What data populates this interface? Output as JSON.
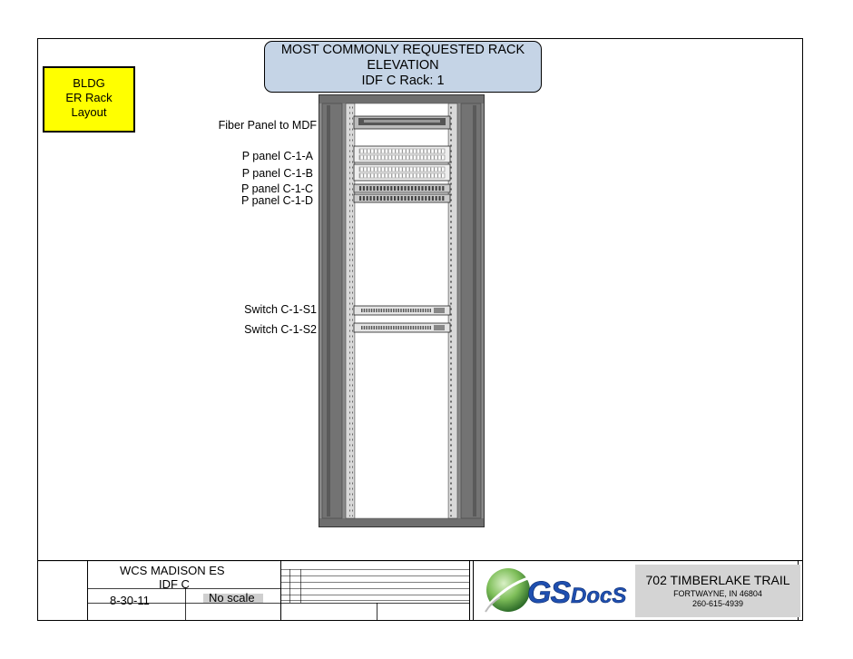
{
  "badge": {
    "line1": "BLDG",
    "line2": "ER Rack",
    "line3": "Layout"
  },
  "title": {
    "line1": "MOST COMMONLY REQUESTED RACK",
    "line2": "ELEVATION",
    "line3": "IDF C  Rack: 1"
  },
  "equipment": [
    {
      "label": "Fiber Panel to MDF"
    },
    {
      "label": "P panel C-1-A"
    },
    {
      "label": "P panel C-1-B"
    },
    {
      "label": "P panel C-1-C"
    },
    {
      "label": "P panel C-1-D"
    },
    {
      "label": "Switch C-1-S1"
    },
    {
      "label": "Switch C-1-S2"
    }
  ],
  "titleblock": {
    "school": "WCS MADISON ES",
    "idf": "IDF C",
    "date": "8-30-11",
    "scale": "No scale"
  },
  "company": {
    "logo_text": "GS DocS",
    "address": "702 TIMBERLAKE TRAIL",
    "city": "FORTWAYNE, IN  46804",
    "phone": "260-615-4939"
  }
}
